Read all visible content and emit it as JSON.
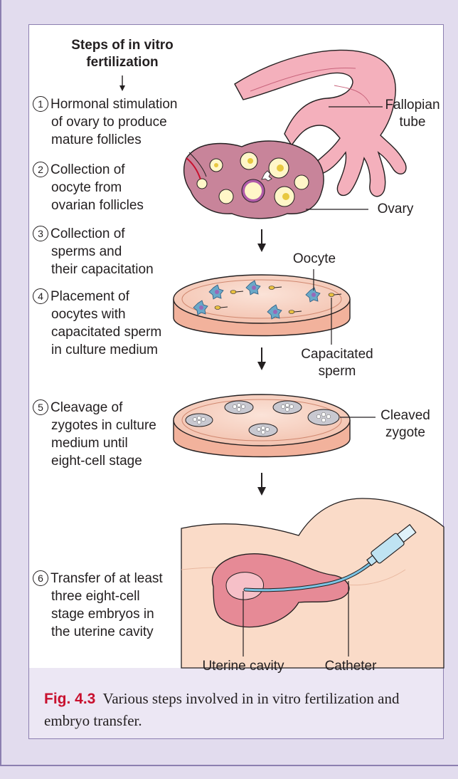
{
  "title": [
    "Steps of in vitro",
    "fertilization"
  ],
  "steps": [
    {
      "num": "1",
      "lines": [
        "Hormonal stimulation",
        "of ovary to produce",
        "mature follicles"
      ]
    },
    {
      "num": "2",
      "lines": [
        "Collection of",
        "oocyte from",
        "ovarian follicles"
      ]
    },
    {
      "num": "3",
      "lines": [
        "Collection of",
        "sperms and",
        "their capacitation"
      ]
    },
    {
      "num": "4",
      "lines": [
        "Placement of",
        "oocytes with",
        "capacitated sperm",
        "in culture medium"
      ]
    },
    {
      "num": "5",
      "lines": [
        "Cleavage of",
        "zygotes in culture",
        "medium until",
        "eight-cell stage"
      ]
    },
    {
      "num": "6",
      "lines": [
        "Transfer of at least",
        "three eight-cell",
        "stage embryos in",
        "the uterine cavity"
      ]
    }
  ],
  "labels": {
    "fallopian": [
      "Fallopian",
      "tube"
    ],
    "ovary": "Ovary",
    "oocyte": "Oocyte",
    "capacitated": [
      "Capacitated",
      "sperm"
    ],
    "cleaved": [
      "Cleaved",
      "zygote"
    ],
    "uterine": "Uterine cavity",
    "catheter": "Catheter"
  },
  "caption": {
    "fig": "Fig. 4.3",
    "text": "Various steps involved in in vitro fertilization and embryo transfer."
  },
  "colors": {
    "accent": "#c8102e",
    "frame": "#8c7fb0",
    "tissue": "#f4b8b0",
    "tube": "#f0a8b4"
  }
}
